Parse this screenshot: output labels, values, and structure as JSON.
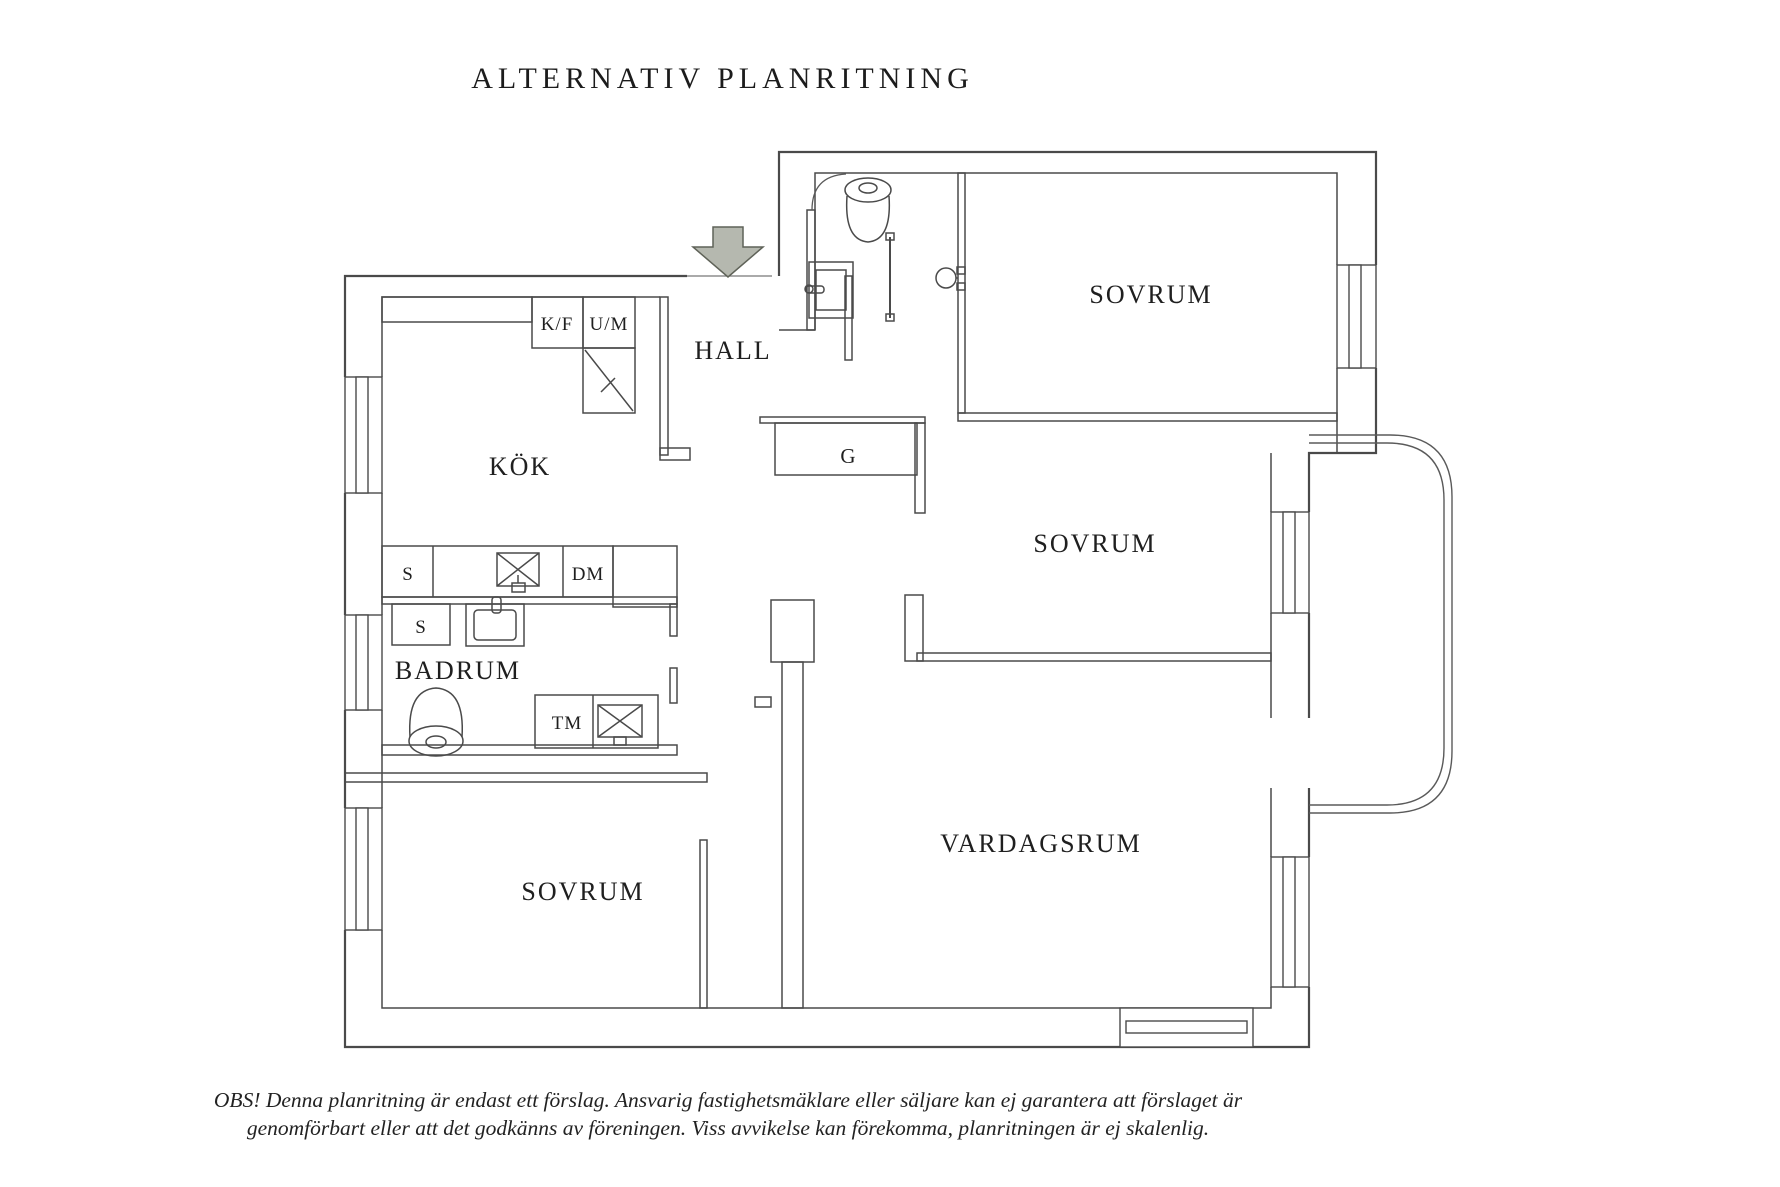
{
  "title": "ALTERNATIV PLANRITNING",
  "floorplan": {
    "rooms": {
      "hall": {
        "label": "HALL"
      },
      "kitchen": {
        "label": "KÖK"
      },
      "bathroom": {
        "label": "BADRUM"
      },
      "bedroom_top": {
        "label": "SOVRUM"
      },
      "bedroom_middle": {
        "label": "SOVRUM"
      },
      "bedroom_bottom": {
        "label": "SOVRUM"
      },
      "living_room": {
        "label": "VARDAGSRUM"
      }
    },
    "fixtures": {
      "fridge_freezer": "K/F",
      "oven_microwave": "U/M",
      "kitchen_cabinet": "S",
      "dishwasher": "DM",
      "bathroom_cabinet": "S",
      "washing_machine": "TM",
      "wardrobe": "G"
    },
    "icons": {
      "entry_arrow": "entry-direction-arrow",
      "toilet_wc": "toilet",
      "toilet_bathroom": "toilet",
      "sink_wc": "washbasin",
      "sink_bathroom": "washbasin",
      "sink_kitchen": "kitchen-sink",
      "shower": "shower-head",
      "balcony": "balcony-railing",
      "windows": "window"
    },
    "colors": {
      "wall_line": "#4a4a4a",
      "thin_line": "#5a5a5a",
      "text": "#1f1f1f",
      "arrow_fill": "#b5b8af",
      "arrow_stroke": "#5f6258",
      "background": "#ffffff"
    }
  },
  "disclaimer": {
    "line1": "OBS! Denna planritning är endast ett förslag. Ansvarig fastighetsmäklare eller säljare kan ej garantera att förslaget är",
    "line2": "genomförbart eller att det godkänns av föreningen. Viss avvikelse kan förekomma, planritningen är ej skalenlig."
  }
}
